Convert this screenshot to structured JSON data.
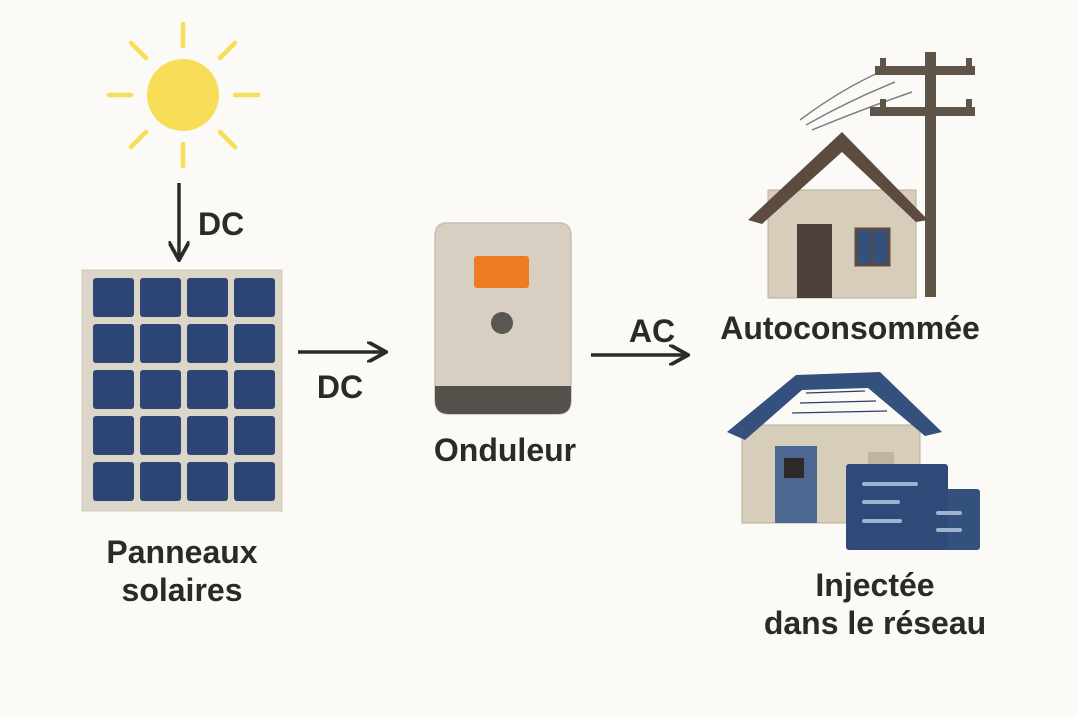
{
  "nodes": {
    "solar_panels": {
      "label_line1": "Panneaux",
      "label_line2": "solaires"
    },
    "inverter": {
      "label": "Onduleur"
    },
    "house_self": {
      "label": "Autoconsommée"
    },
    "house_grid": {
      "label_line1": "Injectée",
      "label_line2": "dans le réseau"
    }
  },
  "edges": {
    "sun_to_panel": {
      "label": "DC"
    },
    "panel_to_inverter": {
      "label": "DC"
    },
    "inverter_to_house": {
      "label": "AC"
    }
  },
  "icons": [
    "sun-icon",
    "solar-panel-icon",
    "inverter-icon",
    "house-icon",
    "power-pole-icon",
    "grid-house-icon",
    "meter-box-icon"
  ],
  "colors": {
    "sun": "#f7dd58",
    "panel_cell": "#2c4476",
    "panel_frame": "#dcd6c8",
    "inverter_body": "#d6cfc2",
    "inverter_base": "#54504c",
    "inverter_display": "#f07c22",
    "house_wall": "#d7cdbb",
    "roof_brown": "#5e4b40",
    "roof_blue": "#34507c",
    "arrow": "#2b2a28"
  }
}
